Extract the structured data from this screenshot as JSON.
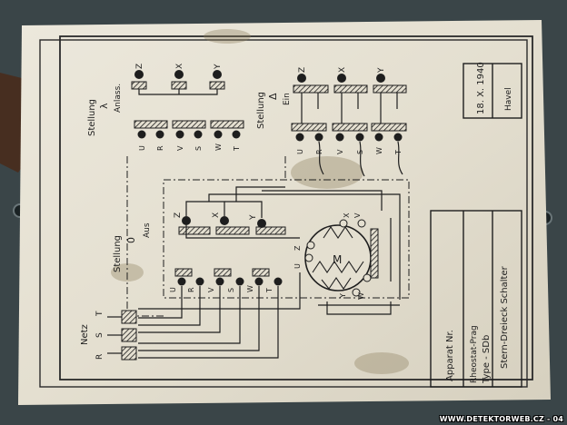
{
  "photo": {
    "subject": "Wiring diagram label of a star-delta switch",
    "colors": {
      "background_metal": "#3a4548",
      "paper": "#e6e1d3",
      "ink": "#1e1e1e",
      "rust": "#4a2a1a"
    }
  },
  "label": {
    "positions": {
      "star": {
        "caption": "Stellung",
        "symbol": "λ",
        "word": "Anlass."
      },
      "delta": {
        "caption": "Stellung",
        "symbol": "Δ",
        "word": "Ein"
      },
      "off": {
        "caption": "Stellung",
        "symbol": "0",
        "word": "Aus"
      }
    },
    "netz": {
      "title": "Netz",
      "phases": [
        "R",
        "S",
        "T"
      ]
    },
    "terminals": {
      "top": [
        "Z",
        "X",
        "Y"
      ],
      "bottom": [
        "U",
        "R",
        "V",
        "S",
        "W",
        "T"
      ]
    },
    "motor": {
      "letter": "M",
      "terminals": [
        "U",
        "Z",
        "X",
        "V",
        "Y",
        "W"
      ]
    },
    "info": {
      "date": "18. X. 1940",
      "signature": "Havel",
      "product": "Stern-Dreieck Schalter",
      "apparat": "Apparat Nr.",
      "maker": "Rheostat-Prag",
      "type": "Type - SDb"
    }
  },
  "watermark": "WWW.DETEKTORWEB.CZ - 04"
}
